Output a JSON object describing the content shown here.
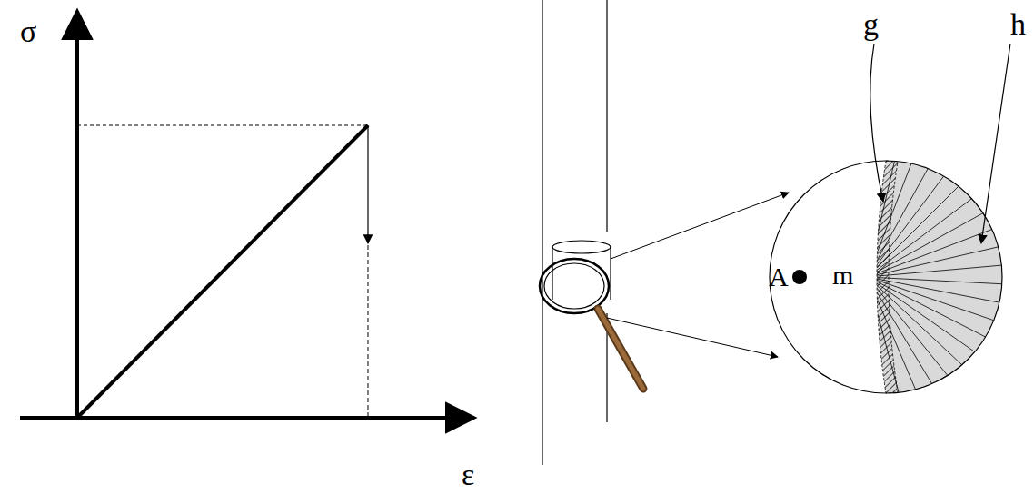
{
  "diagram": {
    "labels": [
      "σ",
      "ε",
      "g",
      "h",
      "A",
      "m"
    ]
  }
}
